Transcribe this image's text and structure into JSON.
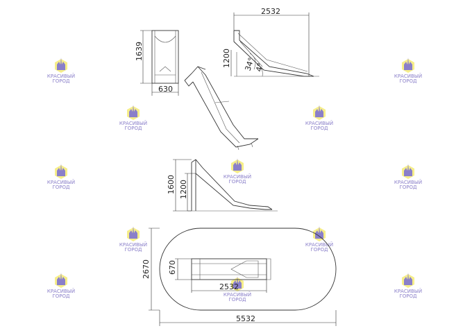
{
  "dimensions": {
    "front_height": "1639",
    "front_width": "630",
    "side_length": "2532",
    "side_height": "1200",
    "angle_main": "34°",
    "angle_exit": "4°",
    "elev_total": "1600",
    "elev_platform": "1200",
    "plan_width_inner": "670",
    "plan_length_inner": "2532",
    "zone_width": "2670",
    "zone_length": "5532"
  },
  "watermark": {
    "line1": "КРАСИВЫЙ",
    "line2": "ГОРОД"
  },
  "colors": {
    "watermark_yellow": "#f6ee8a",
    "watermark_purple": "#8a7fc9"
  }
}
